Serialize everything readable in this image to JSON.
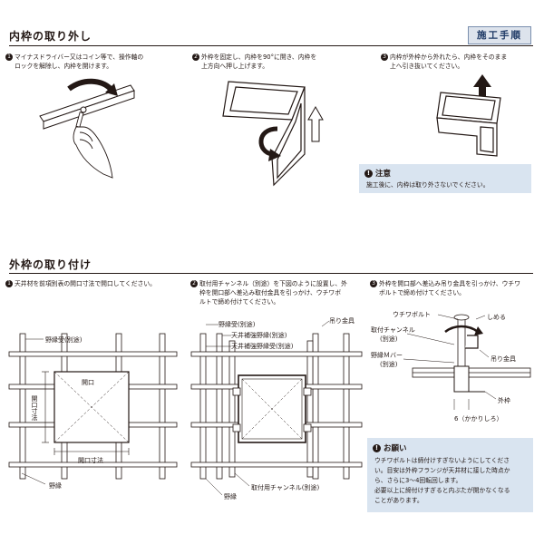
{
  "header": {
    "remove_title": "内枠の取り外し",
    "badge": "施工手順",
    "install_title": "外枠の取り付け"
  },
  "remove_steps": [
    {
      "num": "1",
      "line1": "マイナスドライバー又はコイン等で、操作軸の",
      "line2": "ロックを解除し、内枠を開けます。"
    },
    {
      "num": "2",
      "line1": "外枠を固定し、内枠を90°に開き、内枠を",
      "line2": "上方向へ押し上げます。"
    },
    {
      "num": "3",
      "line1": "内枠が外枠から外れたら、内枠をそのまま",
      "line2": "上へ引き抜いてください。"
    }
  ],
  "caution": {
    "title": "注意",
    "text": "施工後に、内枠は取り外さないでください。"
  },
  "install_steps": [
    {
      "num": "1",
      "line1": "天井材を前項別表の開口寸法で開口してください。",
      "line2": "",
      "line3": ""
    },
    {
      "num": "2",
      "line1": "取付用チャンネル（別途）を下図のように設置し、外",
      "line2": "枠を開口部へ差込み取付金具を引っかけ、ウチワボ",
      "line3": "ルトで締め付けてください。"
    },
    {
      "num": "3",
      "line1": "外枠を開口部へ差込み吊り金具を引っかけ、ウチワ",
      "line2": "ボルトで締め付けてください。",
      "line3": ""
    }
  ],
  "fig1_labels": {
    "nobuchi_uke": "野縁受(別途)",
    "kaiko": "開口",
    "kaiko_sunpo_v": "開口寸法",
    "kaiko_sunpo_h": "開口寸法",
    "nobuchi": "野縁"
  },
  "fig2_labels": {
    "nobuchi_uke": "野縁受(別途)",
    "hokyo1": "天井補強野縁(別途)",
    "hokyo2": "天井補強野縁受(別途)",
    "tsuri_kanagu": "吊り金具",
    "channel": "取付用チャンネル(別途)",
    "nobuchi": "野縁"
  },
  "fig3_labels": {
    "uchiwa_bolt": "ウチワボルト",
    "shimeru": "しめる",
    "channel": "取付チャンネル",
    "channel_b": "(別途)",
    "m_bar": "野縁Ｍバー",
    "m_bar_b": "(別途)",
    "tsuri_kanagu": "吊り金具",
    "sotowaku": "外枠",
    "kakari": "6（かかりしろ）"
  },
  "request": {
    "title": "お願い",
    "line1": "ウチワボルトは締付けすぎないようにしてくださ",
    "line2": "い。目安は外枠フランジが天井材に接した時点か",
    "line3": "ら、さらに3～4回転回します。",
    "line4": "必要以上に締付けすぎると内ぶたが開かなくなる",
    "line5": "ことがあります。"
  },
  "colors": {
    "note_bg": "#d9e4f0",
    "badge_bg": "#dde3ec",
    "badge_border": "#7a8fae",
    "accent": "#1f3a66"
  }
}
